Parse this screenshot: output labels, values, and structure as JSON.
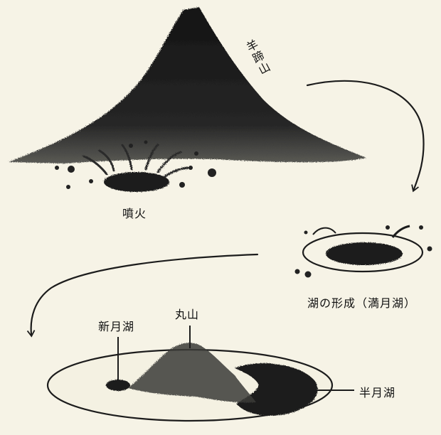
{
  "labels": {
    "mountain": "羊蹄山",
    "eruption": "噴火",
    "lake_formation": "湖の形成（満月湖）",
    "new_moon_lake": "新月湖",
    "maruyama": "丸山",
    "half_moon_lake": "半月湖"
  },
  "colors": {
    "background": "#f6f3e6",
    "ink": "#1c1c1c",
    "land": "#f4f1e2"
  }
}
